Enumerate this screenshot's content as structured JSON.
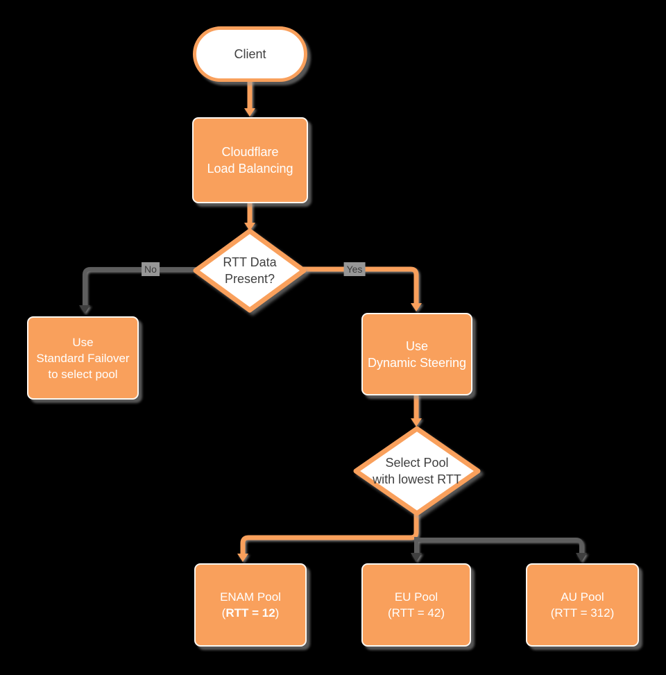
{
  "diagram_title": "Cloudflare Load Balancing RTT steering flowchart",
  "colors": {
    "background": "#000000",
    "accent_orange": "#F9A05C",
    "connector_gray": "#5E5E5E",
    "arrowhead_dark": "#3F3F3F",
    "shape_text_dark": "#404040",
    "shape_text_light": "#FFFFFF",
    "edge_label_bg": "#969696",
    "shadow_gray": "#9E9E9E"
  },
  "nodes": {
    "client": {
      "label": "Client"
    },
    "cloudflare_lb": {
      "line1": "Cloudflare",
      "line2": "Load Balancing"
    },
    "rtt_decision": {
      "line1": "RTT Data",
      "line2": "Present?"
    },
    "standard_failover": {
      "line1": "Use",
      "line2": "Standard Failover",
      "line3": "to select pool"
    },
    "dynamic_steering": {
      "line1": "Use",
      "line2": "Dynamic Steering"
    },
    "select_pool_decision": {
      "line1": "Select Pool",
      "line2": "with lowest RTT"
    },
    "enam_pool": {
      "line1": "ENAM Pool",
      "line2_open": "(",
      "line2_bold": "RTT = 12",
      "line2_close": ")"
    },
    "eu_pool": {
      "line1": "EU Pool",
      "line2": "(RTT = 42)"
    },
    "au_pool": {
      "line1": "AU Pool",
      "line2": "(RTT = 312)"
    }
  },
  "edge_labels": {
    "no": "No",
    "yes": "Yes"
  }
}
